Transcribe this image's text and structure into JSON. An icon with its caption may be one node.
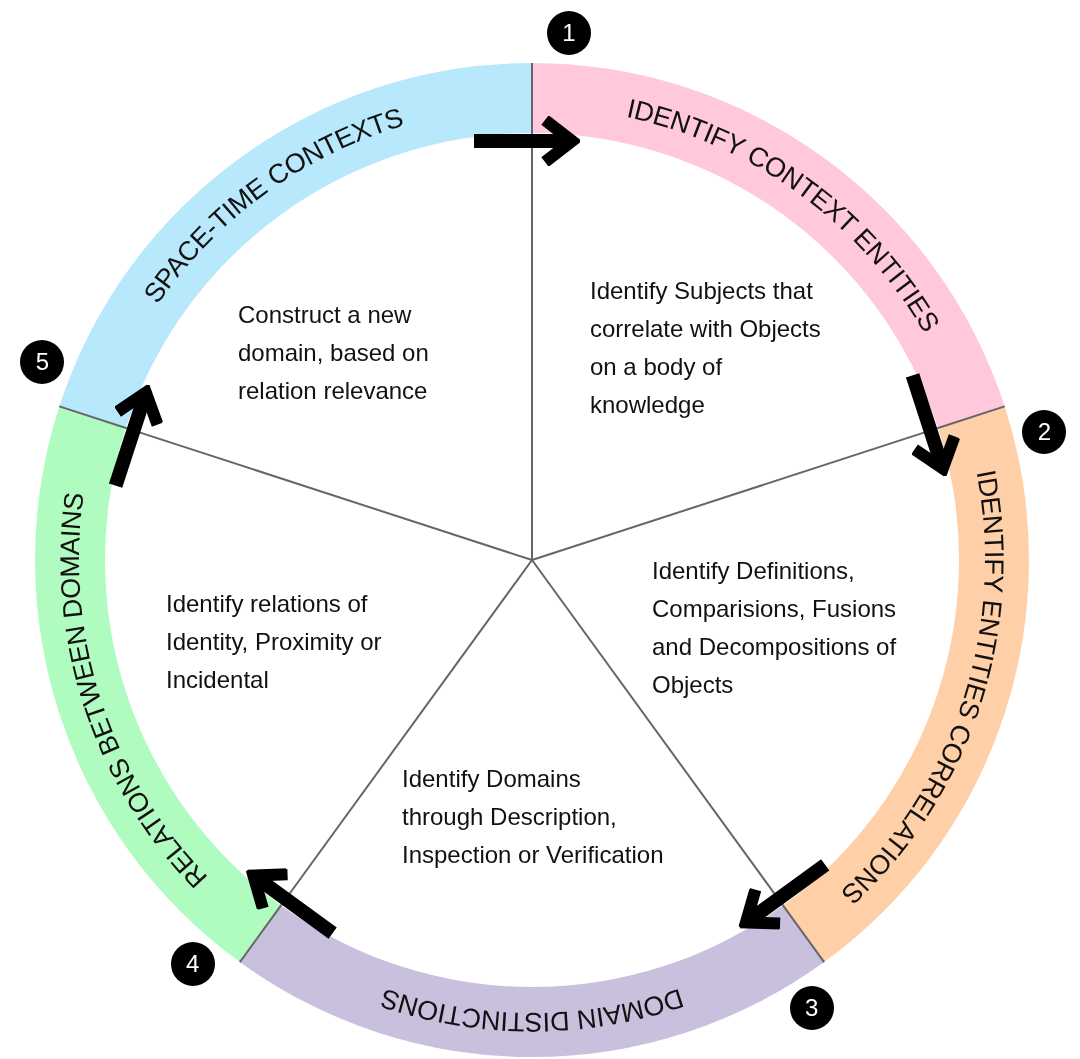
{
  "diagram": {
    "nodes": [
      {
        "text": [
          "IDENTIFY CONTEXT ENTITIES"
        ],
        "beside": [
          "Identify Subjects that correlate with Objects on a body of knowledge"
        ]
      },
      {
        "text": [
          "IDENTIFY ENTITIES CORRELATIONS"
        ],
        "beside": [
          "Identify Definitions, Comparisions, Fusions and Decompositions of Objects"
        ]
      },
      {
        "text": [
          "DOMAIN DISTINCTIONS"
        ],
        "beside": [
          "Identify Domains through Description, Inspection or Verification"
        ]
      },
      {
        "text": [
          "RELATIONS BETWEEN DOMAINS"
        ],
        "beside": [
          "Identify relations of Identity, Proximity or Incidental"
        ]
      },
      {
        "text": [
          "SPACE-TIME CONTEXTS"
        ],
        "beside": [
          "Construct a new domain, based on relation relevance"
        ]
      }
    ],
    "edges": [
      {
        "from": 4,
        "to": 0,
        "arrow": "to"
      },
      {
        "from": 0,
        "to": 1,
        "arrow": "to"
      },
      {
        "from": 1,
        "to": 2,
        "arrow": "to"
      },
      {
        "from": 2,
        "to": 3,
        "arrow": "to"
      },
      {
        "from": 3,
        "to": 4,
        "arrow": "to"
      }
    ],
    "labels": [
      "1",
      "2",
      "3",
      "4",
      "5"
    ]
  }
}
